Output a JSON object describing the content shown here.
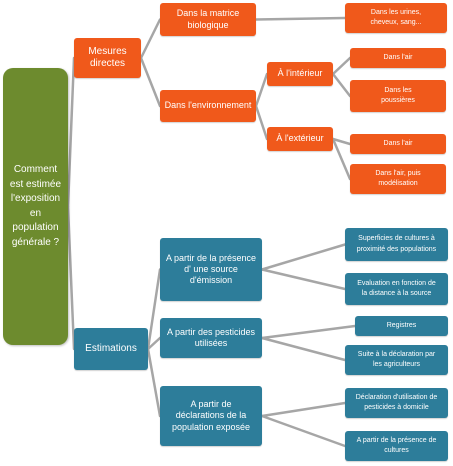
{
  "nodes": {
    "root": "Comment\nest estimée\nl'exposition\nen\npopulation\ngénérale ?",
    "mesures_directes": "Mesures\ndirectes",
    "matrice": "Dans la matrice\nbiologique",
    "environnement": "Dans l'environnement",
    "urines": "Dans les urines,\ncheveux, sang...",
    "interieur": "À l'intérieur",
    "exterieur": "À l'extérieur",
    "air_int": "Dans l'air",
    "poussieres": "Dans les\npoussières",
    "air_ext": "Dans l'air",
    "modelisation": "Dans l'air, puis\nmodélisation",
    "estimations": "Estimations",
    "source": "A partir de la présence\nd' une source\nd'émission",
    "pesticides": "A partir des pesticides\nutilisées",
    "declarations": "A partir de\ndéclarations de la\npopulation exposée",
    "superficies": "Superficies de cultures à\nproximité des populations",
    "evaluation": "Evaluation en fonction de\nla distance à la source",
    "registres": "Registres",
    "suite": "Suite à la déclaration par\nles agriculteurs",
    "domicile": "Déclaration d'utilisation de\npesticides à domicile",
    "presence_cultures": "A partir de la présence de\ncultures"
  },
  "colors": {
    "root": "#6d8b2e",
    "direct_branch": "#f0591b",
    "estimation_branch": "#2d7d9a",
    "connector": "#a6a6a6"
  }
}
